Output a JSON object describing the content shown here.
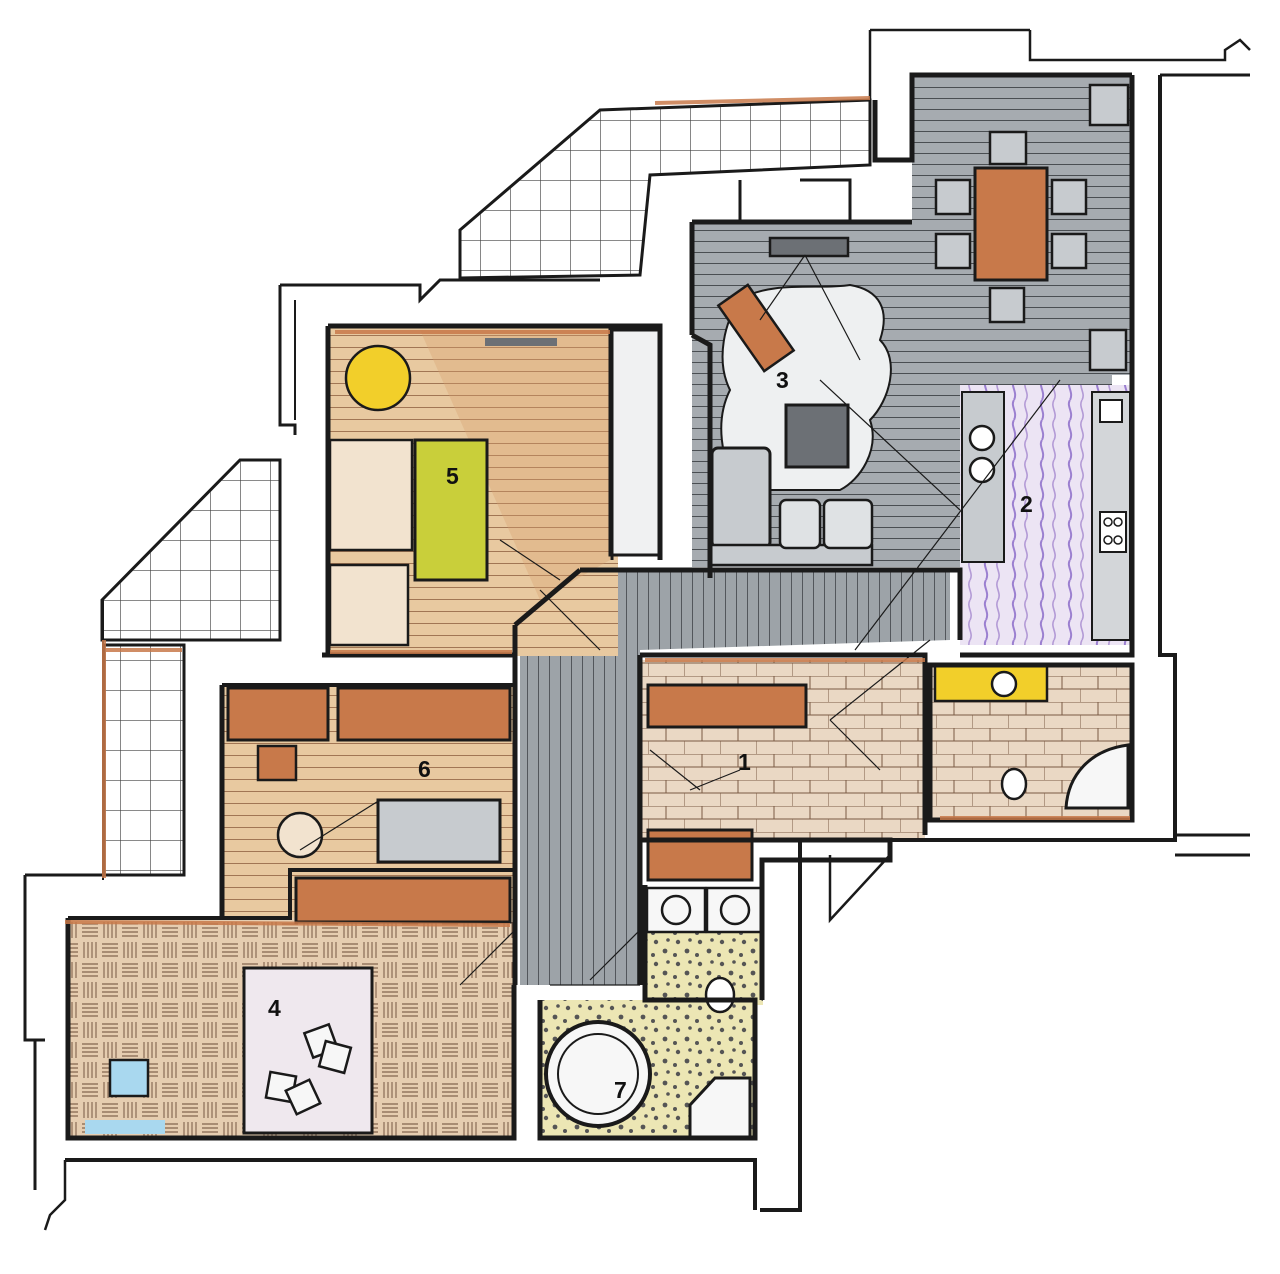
{
  "plan": {
    "room_labels": [
      "1",
      "2",
      "3",
      "4",
      "5",
      "6",
      "7"
    ]
  },
  "colors": {
    "wall": "#1a1a1a",
    "terracotta": "#c8794a",
    "wood_light": "#e8c9a0",
    "wood_mid": "#d8a070",
    "grey_floor": "#9da3a8",
    "grey_dark": "#6c7075",
    "grey_light": "#c7cbcf",
    "tile_line": "#444444",
    "yellow_lamp": "#f2cf2a",
    "green_bed": "#c9cf3a",
    "red_chair": "#e0553a",
    "purple_tile": "#b39ad6",
    "mosaic": "#e7e1a8",
    "water_blue": "#a9d8ef"
  },
  "icons": [
    "stove-icon",
    "sink-icon",
    "toilet-icon",
    "bathtub-icon",
    "round-tub-icon",
    "armchair-icon",
    "table-icon",
    "lamp-icon"
  ]
}
